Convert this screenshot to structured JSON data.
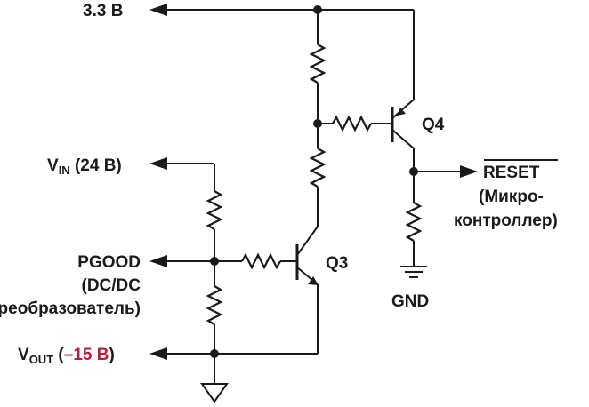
{
  "labels": {
    "supply": "3.3 В",
    "vin_sym": "V",
    "vin_sub": "IN",
    "vin_value": " (24 В)",
    "pgood": "PGOOD",
    "pgood_desc1": "(DC/DC",
    "pgood_desc2": "преобразователь)",
    "vout_sym": "V",
    "vout_sub": "OUT",
    "vout_open": " (",
    "vout_value": "–15 В",
    "vout_close": ")",
    "q3": "Q3",
    "q4": "Q4",
    "reset": "RESET",
    "reset_desc1": "(Микро-",
    "reset_desc2": "контроллер)",
    "gnd": "GND"
  },
  "colors": {
    "ink": "#1a1a1a",
    "accent": "#b5203a"
  }
}
